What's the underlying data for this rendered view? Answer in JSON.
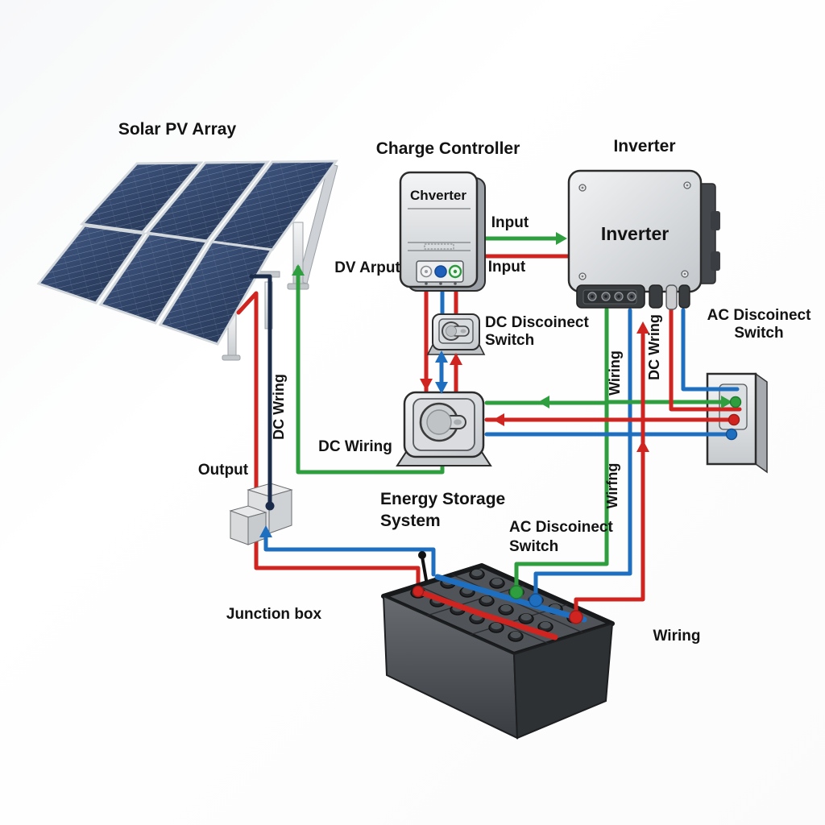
{
  "labels": {
    "solar_pv_array": "Solar PV Array",
    "charge_controller": "Charge Controller",
    "inverter_title": "Inverter",
    "controller_box_text": "Chverter",
    "inverter_box_text": "Inverter",
    "input_top": "Input",
    "input_bottom": "Input",
    "dv_arput": "DV Arput",
    "dc_disconnect_line1": "DC Discoinect",
    "dc_disconnect_line2": "Switch",
    "ac_disconnect_right_line1": "AC Discoinect",
    "ac_disconnect_right_line2": "Switch",
    "dc_wiring_vertical_left": "DC Wring",
    "dc_wiring_horizontal": "DC Wiring",
    "output": "Output",
    "energy_storage_line1": "Energy Storage",
    "energy_storage_line2": "System",
    "ac_disconnect_mid_line1": "AC Discoinect",
    "ac_disconnect_mid_line2": "Switch",
    "junction_box": "Junction box",
    "wiring_bottom": "Wiring",
    "wiring_vertical": "Wiring",
    "dc_wiring_vertical_right": "DC Wring",
    "wiring_vertical_lower": "Wirfng"
  },
  "colors": {
    "wire_green": "#2f9e3f",
    "wire_red": "#d02420",
    "wire_blue": "#1f6fc0",
    "wire_navy": "#1b2b4a",
    "panel_blue": "#2e4165"
  }
}
